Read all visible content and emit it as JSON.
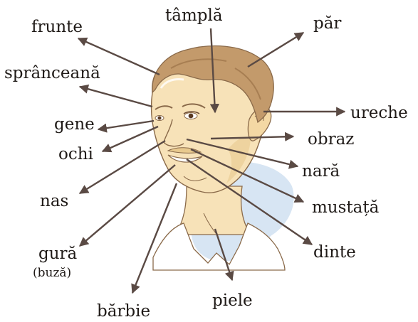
{
  "labels": {
    "frunte": "frunte",
    "tampla": "tâmplă",
    "par": "păr",
    "spranceana": "sprânceană",
    "ureche": "ureche",
    "gene": "gene",
    "obraz": "obraz",
    "ochi": "ochi",
    "nara": "nară",
    "nas": "nas",
    "mustata": "mustață",
    "gura": "gură",
    "buza": "(buză)",
    "dinte": "dinte",
    "barbie": "bărbie",
    "piele": "piele"
  },
  "colors": {
    "skin": "#f7e2b8",
    "skin_shadow": "#e8c98e",
    "hair": "#c39a6b",
    "hair_dark": "#a77e52",
    "outline": "#8a6a4a",
    "shirt_wash": "#c9dcef",
    "arrow": "#5a4a44",
    "text": "#1f1a17"
  }
}
